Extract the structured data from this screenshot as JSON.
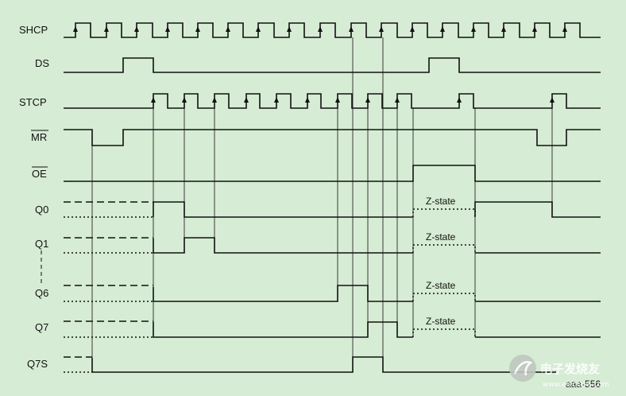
{
  "signals": {
    "shcp": "SHCP",
    "ds": "DS",
    "stcp": "STCP",
    "mr": "MR",
    "oe": "OE",
    "q0": "Q0",
    "q1": "Q1",
    "q6": "Q6",
    "q7": "Q7",
    "q7s": "Q7S"
  },
  "z_state_label": "Z-state",
  "figure_id": "aaa-556",
  "watermark": {
    "text": "电子发烧友",
    "url": "www.elecfans.com"
  }
}
